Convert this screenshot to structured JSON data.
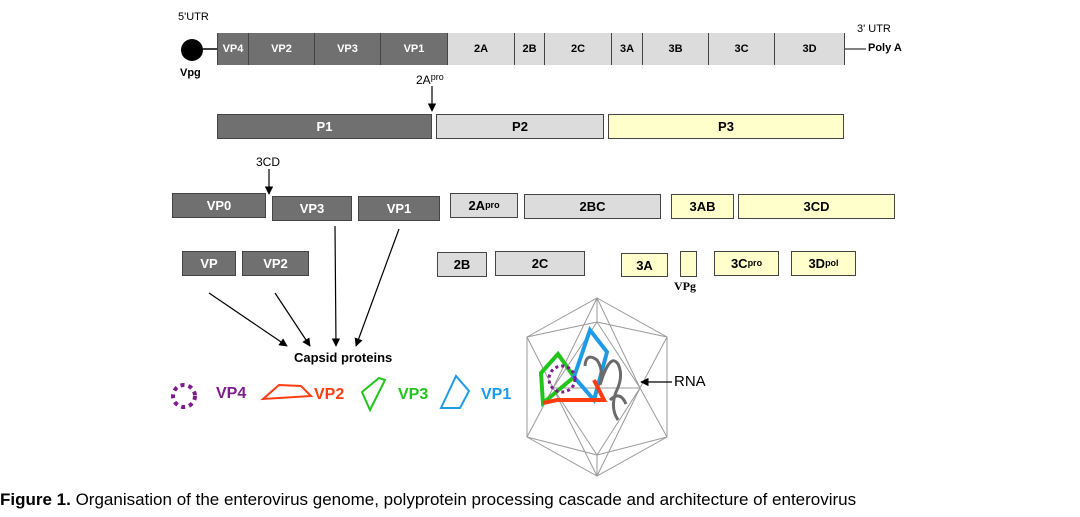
{
  "genome": {
    "utr5": "5'UTR",
    "utr3": "3' UTR",
    "polya": "Poly A",
    "vpg": "Vpg",
    "segments": [
      "VP4",
      "VP2",
      "VP3",
      "VP1",
      "2A",
      "2B",
      "2C",
      "3A",
      "3B",
      "3C",
      "3D"
    ]
  },
  "cleavage": {
    "pro2a_base": "2A",
    "pro2a_sup": "pro",
    "cd3": "3CD"
  },
  "polyprotein": {
    "p1": "P1",
    "p2": "P2",
    "p3": "P3"
  },
  "intermediates": {
    "vp0": "VP0",
    "vp3": "VP3",
    "vp1": "VP1",
    "a2_base": "2A",
    "a2_sup": "pro",
    "bc2": "2BC",
    "ab3": "3AB",
    "cd3": "3CD"
  },
  "mature": {
    "vp": "VP",
    "vp2": "VP2",
    "b2": "2B",
    "c2": "2C",
    "a3": "3A",
    "vpg": "VPg",
    "c3_base": "3C",
    "c3_sup": "pro",
    "d3_base": "3D",
    "d3_sup": "pol"
  },
  "capsid_label": "Capsid proteins",
  "legend": {
    "vp4": "VP4",
    "vp2": "VP2",
    "vp3": "VP3",
    "vp1": "VP1"
  },
  "rna_label": "RNA",
  "caption": {
    "label": "Figure 1.",
    "text": " Organisation of the enterovirus genome, polyprotein processing cascade and architecture of enterovirus"
  },
  "colors": {
    "vp4": "#7f1b8f",
    "vp2": "#ff3d10",
    "vp3": "#22c41c",
    "vp1": "#1e9be8",
    "dark": "#707070",
    "light": "#dcdcdc",
    "yellow": "#ffffcc"
  }
}
